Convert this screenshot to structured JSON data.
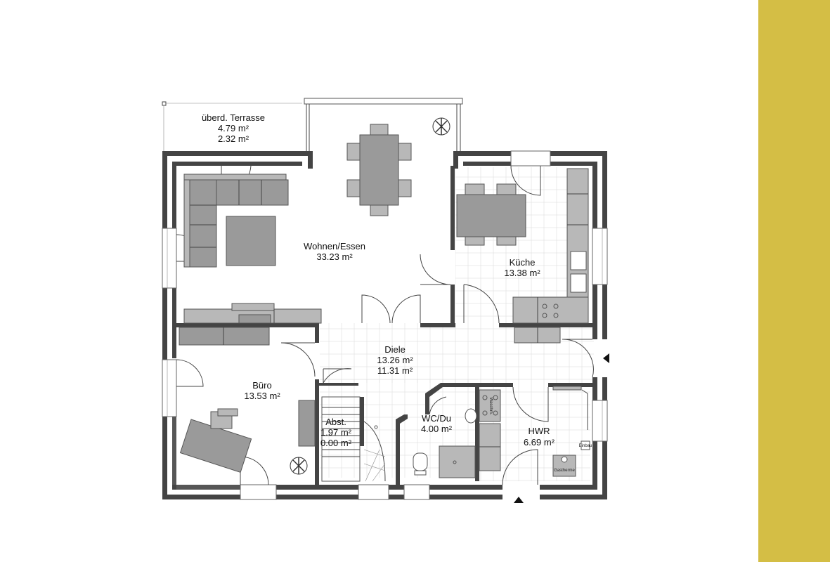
{
  "colors": {
    "accent": "#D4BE45",
    "wall": "#444444",
    "furniture": "#9A9A9A"
  },
  "rooms": [
    {
      "id": "terrasse",
      "name": "überd. Terrasse",
      "area1": "4.79 m²",
      "area2": "2.32 m²"
    },
    {
      "id": "wohnen",
      "name": "Wohnen/Essen",
      "area1": "33.23 m²"
    },
    {
      "id": "kueche",
      "name": "Küche",
      "area1": "13.38 m²"
    },
    {
      "id": "diele",
      "name": "Diele",
      "area1": "13.26 m²",
      "area2": "11.31 m²"
    },
    {
      "id": "buero",
      "name": "Büro",
      "area1": "13.53 m²"
    },
    {
      "id": "abst",
      "name": "Abst.",
      "area1": "1.97 m²",
      "area2": "0.00 m²"
    },
    {
      "id": "wcdu",
      "name": "WC/Du",
      "area1": "4.00 m²"
    },
    {
      "id": "hwr",
      "name": "HWR",
      "area1": "6.69 m²"
    }
  ],
  "fixtures": {
    "boiler_label": "Gastherme",
    "washer_label": "Waschm.",
    "small_label": "Einbau"
  },
  "entrance_icons": [
    "entrance-arrow-east-icon",
    "entrance-arrow-south-icon"
  ]
}
